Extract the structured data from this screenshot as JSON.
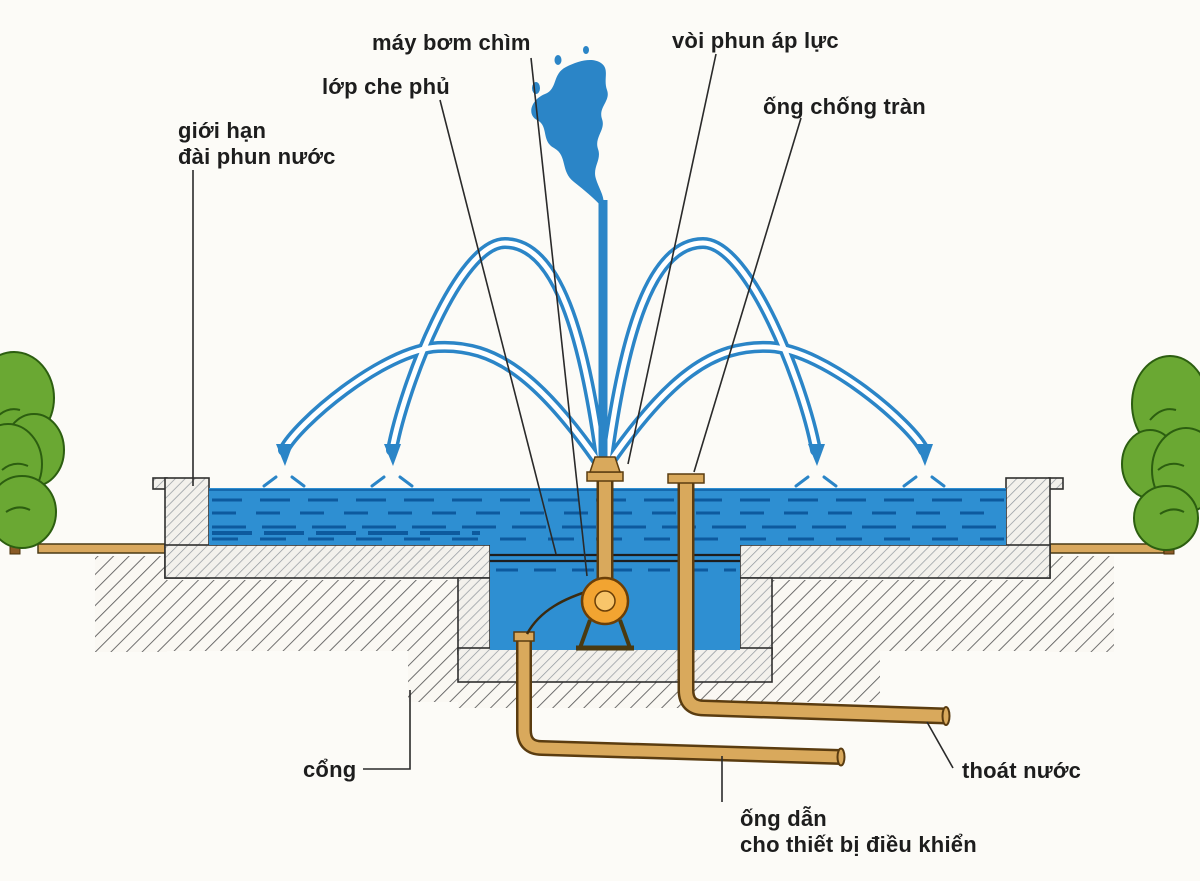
{
  "labels": {
    "pump": "máy bơm chìm",
    "nozzle": "vòi phun áp lực",
    "cover": "lớp che phủ",
    "overflow_pipe": "ống chống tràn",
    "fountain_limit": [
      "giới hạn",
      "đài phun nước"
    ],
    "gate": "cổng",
    "drain": "thoát nước",
    "conduit": [
      "ống dẫn",
      "cho thiết bị điều khiển"
    ]
  },
  "colors": {
    "background": "#fcfbf7",
    "water": "#2e8fd2",
    "water_dark": "#0d5a9e",
    "jet": "#2b85c7",
    "pipe": "#d9a95c",
    "pipe_dark": "#5a3c10",
    "pump": "#f2a431",
    "ground": "#d9a85e",
    "leaf": "#6aa833",
    "leaf_dark": "#2c5e10",
    "label": "#1d1d1d",
    "outline": "#2f2f2f"
  }
}
